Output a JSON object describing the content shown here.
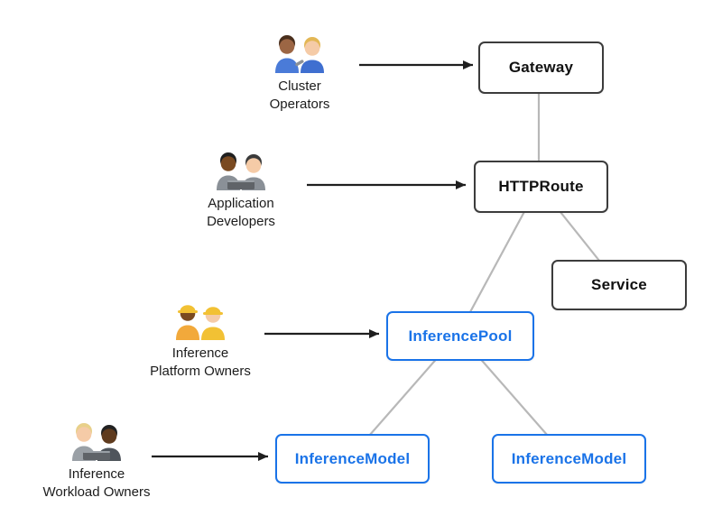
{
  "personas": [
    {
      "icon": "mechanics-emoji-icon",
      "line1": "Cluster",
      "line2": "Operators"
    },
    {
      "icon": "technologists-emoji-icon",
      "line1": "Application",
      "line2": "Developers"
    },
    {
      "icon": "construction-workers-emoji-icon",
      "line1": "Inference",
      "line2": "Platform Owners"
    },
    {
      "icon": "technologists-emoji-icon",
      "line1": "Inference",
      "line2": "Workload Owners"
    }
  ],
  "nodes": {
    "gateway": "Gateway",
    "httproute": "HTTPRoute",
    "service": "Service",
    "inference_pool": "InferencePool",
    "inference_model_left": "InferenceModel",
    "inference_model_right": "InferenceModel"
  },
  "colors": {
    "standard_node_border": "#3c3c3c",
    "standard_node_text": "#111111",
    "inference_node_accent": "#1a73e8",
    "connector_line": "#b8b8b8",
    "arrow": "#1f1f1f"
  }
}
